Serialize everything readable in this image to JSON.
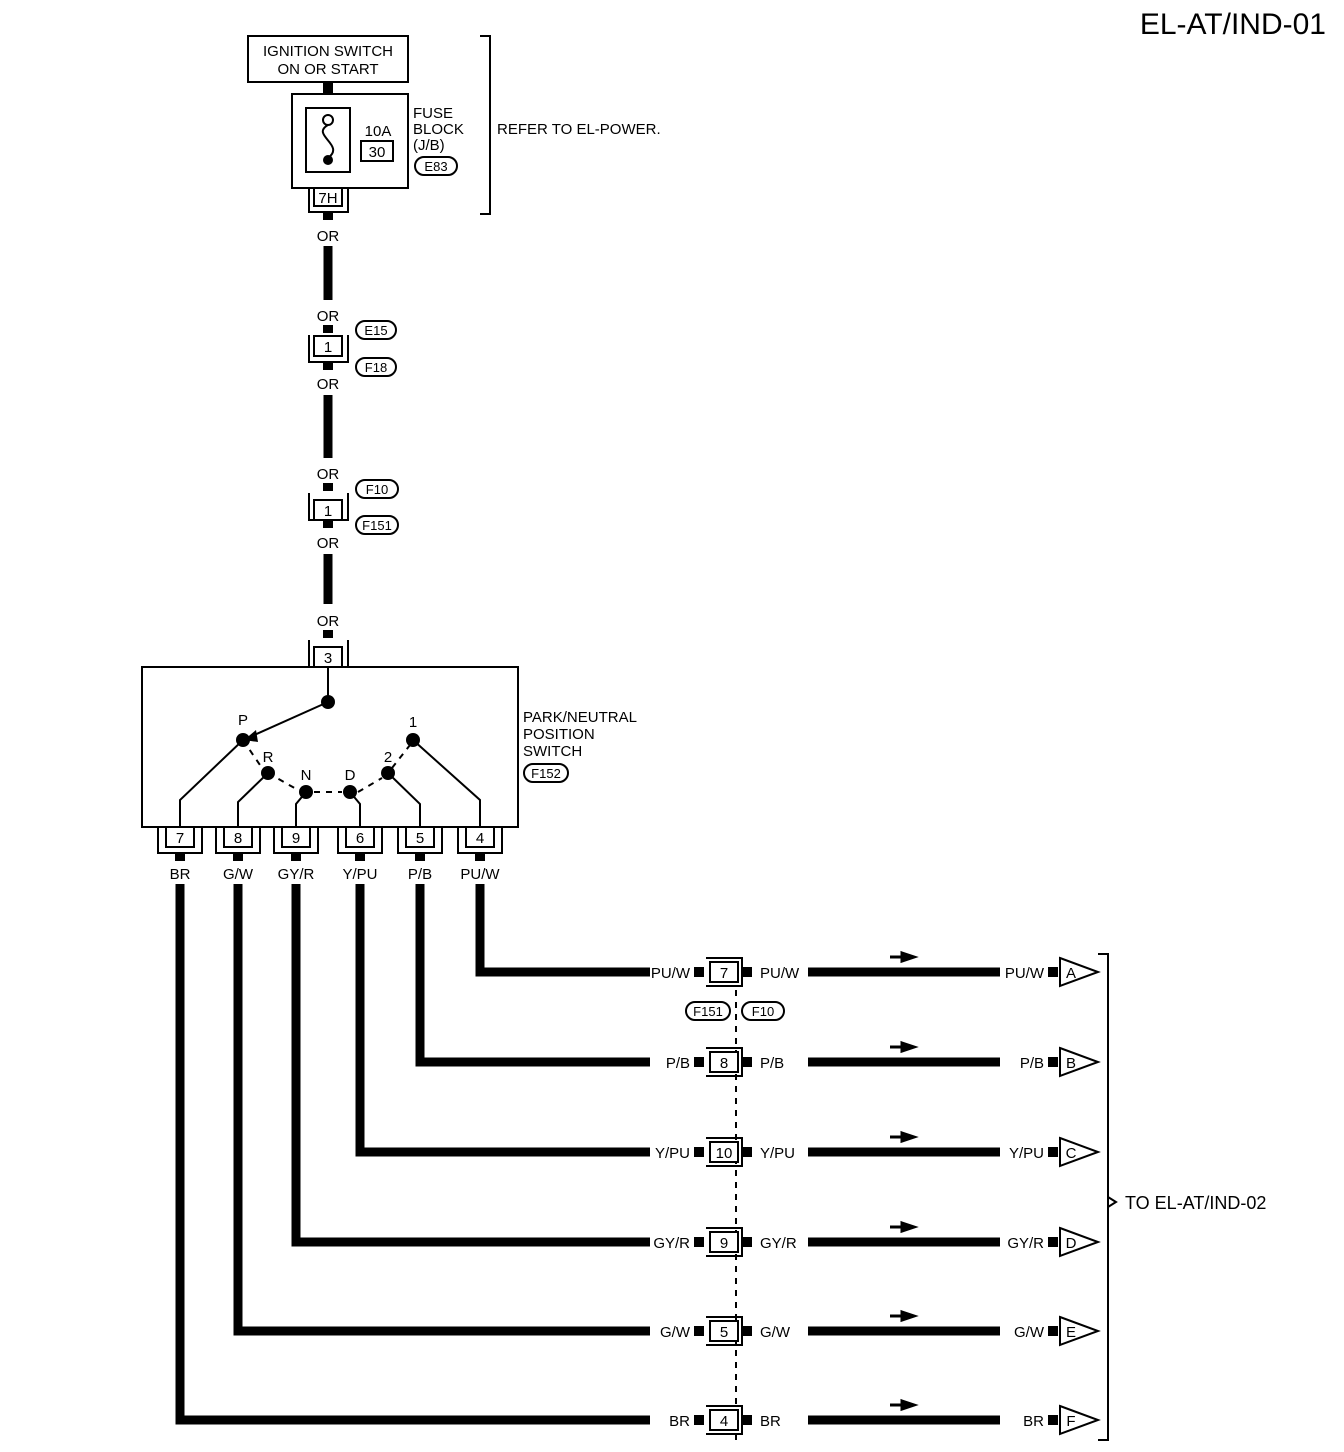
{
  "page_code": "EL-AT/IND-01",
  "ignition_switch": {
    "line1": "IGNITION SWITCH",
    "line2": "ON OR START"
  },
  "fuse": {
    "rating": "10A",
    "number": "30",
    "terminal": "7H",
    "label_line1": "FUSE",
    "label_line2": "BLOCK",
    "label_line3": "(J/B)",
    "connector": "E83"
  },
  "refer_note": "REFER TO EL-POWER.",
  "wire_or": "OR",
  "connector_1": {
    "pin": "1",
    "top": "E15",
    "bottom": "F18"
  },
  "connector_2": {
    "pin": "1",
    "top": "F10",
    "bottom": "F151"
  },
  "switch": {
    "pin_in": "3",
    "label_line1": "PARK/NEUTRAL",
    "label_line2": "POSITION",
    "label_line3": "SWITCH",
    "connector": "F152",
    "positions": [
      "P",
      "R",
      "N",
      "D",
      "2",
      "1"
    ],
    "pins": [
      "7",
      "8",
      "9",
      "6",
      "5",
      "4"
    ],
    "wire_colors": [
      "BR",
      "G/W",
      "GY/R",
      "Y/PU",
      "P/B",
      "PU/W"
    ]
  },
  "junction": {
    "left_connector": "F151",
    "right_connector": "F10",
    "rows": [
      {
        "color": "PU/W",
        "pin": "7",
        "dest": "A"
      },
      {
        "color": "P/B",
        "pin": "8",
        "dest": "B"
      },
      {
        "color": "Y/PU",
        "pin": "10",
        "dest": "C"
      },
      {
        "color": "GY/R",
        "pin": "9",
        "dest": "D"
      },
      {
        "color": "G/W",
        "pin": "5",
        "dest": "E"
      },
      {
        "color": "BR",
        "pin": "4",
        "dest": "F"
      }
    ]
  },
  "destination_note": "TO EL-AT/IND-02"
}
